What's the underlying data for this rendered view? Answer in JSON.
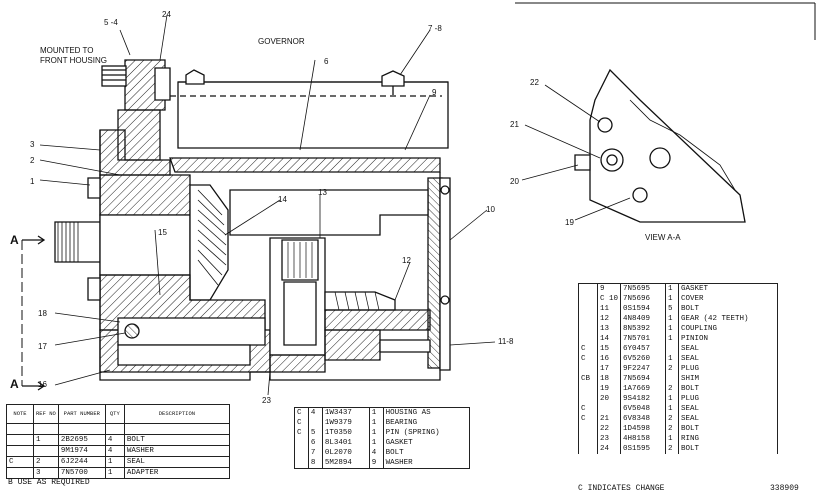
{
  "labels": {
    "mounted": "MOUNTED TO",
    "front_housing": "FRONT HOUSING",
    "governor": "GOVERNOR",
    "view_aa": "VIEW A-A",
    "a_top": "A",
    "a_bottom": "A",
    "callouts": [
      "5 -4",
      "24",
      "7 -8",
      "6",
      "9",
      "3",
      "2",
      "1",
      "14",
      "13",
      "15",
      "10",
      "12",
      "18",
      "17",
      "16",
      "11-8",
      "23",
      "22",
      "21",
      "20",
      "19"
    ]
  },
  "table_left": {
    "headers": [
      "NOTE",
      "REF NO",
      "PART NUMBER",
      "QTY",
      "DESCRIPTION"
    ],
    "rows": [
      [
        "",
        "",
        "",
        "",
        ""
      ],
      [
        "",
        "1",
        "2B2695",
        "4",
        "BOLT"
      ],
      [
        "",
        "",
        "9M1974",
        "4",
        "WASHER"
      ],
      [
        "C",
        "2",
        "6J2244",
        "1",
        "SEAL"
      ],
      [
        "",
        "3",
        "7N5700",
        "1",
        "ADAPTER"
      ]
    ]
  },
  "table_mid": {
    "rows": [
      [
        "C",
        "4",
        "1W3437",
        "1",
        "HOUSING AS"
      ],
      [
        "C",
        "",
        "1W9379",
        "1",
        "BEARING"
      ],
      [
        "C",
        "5",
        "1T0350",
        "1",
        "PIN (SPRING)"
      ],
      [
        "",
        "6",
        "8L3401",
        "1",
        "GASKET"
      ],
      [
        "",
        "7",
        "0L2070",
        "4",
        "BOLT"
      ],
      [
        "",
        "8",
        "5M2894",
        "9",
        "WASHER"
      ]
    ]
  },
  "table_right": {
    "rows": [
      [
        "",
        "9",
        "7N5695",
        "1",
        "GASKET"
      ],
      [
        "",
        "C 10",
        "7N5696",
        "1",
        "COVER"
      ],
      [
        "",
        "11",
        "0S1594",
        "5",
        "BOLT"
      ],
      [
        "",
        "12",
        "4N8409",
        "1",
        "GEAR (42 TEETH)"
      ],
      [
        "",
        "13",
        "8N5392",
        "1",
        "COUPLING"
      ],
      [
        "",
        "14",
        "7N5701",
        "1",
        "PINION"
      ],
      [
        "C",
        "15",
        "6Y0457",
        "",
        "SEAL"
      ],
      [
        "C",
        "16",
        "6V5260",
        "1",
        "SEAL"
      ],
      [
        "",
        "17",
        "9F2247",
        "2",
        "PLUG"
      ],
      [
        "CB",
        "18",
        "7N5694",
        "",
        "SHIM"
      ],
      [
        "",
        "19",
        "1A7669",
        "2",
        "BOLT"
      ],
      [
        "",
        "20",
        "9S4182",
        "1",
        "PLUG"
      ],
      [
        "C",
        "",
        "6V5048",
        "1",
        "SEAL"
      ],
      [
        "C",
        "21",
        "6V8348",
        "2",
        "SEAL"
      ],
      [
        "",
        "22",
        "1D4598",
        "2",
        "BOLT"
      ],
      [
        "",
        "23",
        "4H8158",
        "1",
        "RING"
      ],
      [
        "",
        "24",
        "0S1595",
        "2",
        "BOLT"
      ]
    ]
  },
  "footer": {
    "note_b": "B   USE AS REQUIRED",
    "note_c": "C   INDICATES CHANGE",
    "drawing_number": "338909"
  }
}
